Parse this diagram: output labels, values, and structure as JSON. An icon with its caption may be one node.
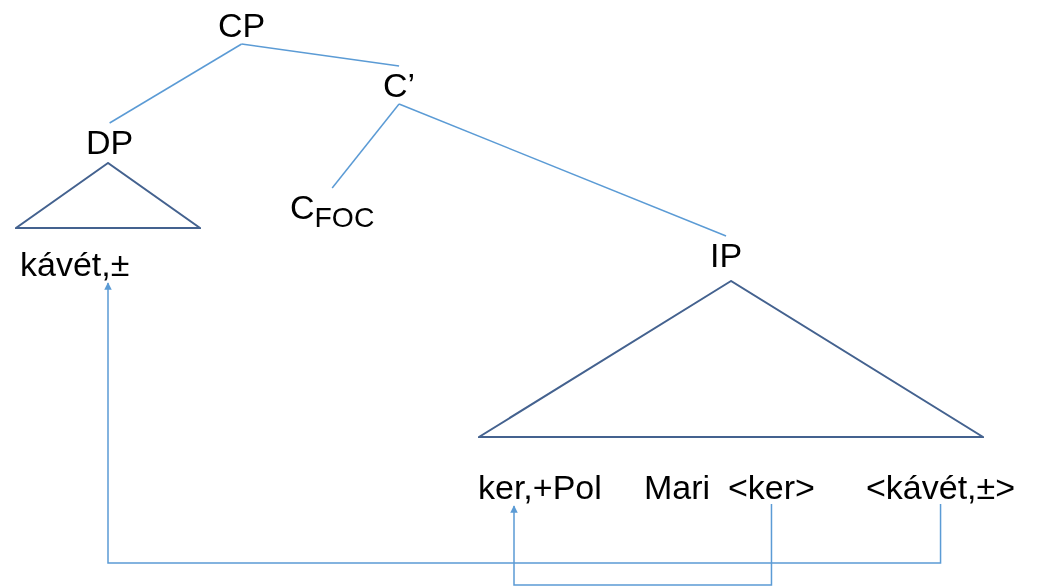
{
  "diagram": {
    "nodes": [
      {
        "text": [
          "CP"
        ]
      },
      {
        "text": [
          "C’"
        ]
      },
      {
        "text": [
          "DP"
        ]
      },
      {
        "text": [],
        "shape": "triangle"
      },
      {
        "text": [
          "C$_{FOC}$"
        ]
      },
      {
        "text": [
          "kávét,±"
        ]
      },
      {
        "text": [
          "IP"
        ]
      },
      {
        "text": [],
        "shape": "triangle"
      },
      {
        "text": [
          "ker,+Pol"
        ]
      },
      {
        "text": [
          "Mari"
        ]
      },
      {
        "text": [
          "<ker>"
        ]
      },
      {
        "text": [
          "<kávét,±>"
        ]
      }
    ],
    "edges": [
      {
        "from": 0,
        "to": 2,
        "arrow": "none"
      },
      {
        "from": 0,
        "to": 1,
        "arrow": "none"
      },
      {
        "from": 1,
        "to": 4,
        "arrow": "none"
      },
      {
        "from": 1,
        "to": 6,
        "arrow": "none"
      },
      {
        "from": 11,
        "to": 5,
        "arrow": "to"
      },
      {
        "from": 10,
        "to": 8,
        "arrow": "to"
      }
    ]
  }
}
